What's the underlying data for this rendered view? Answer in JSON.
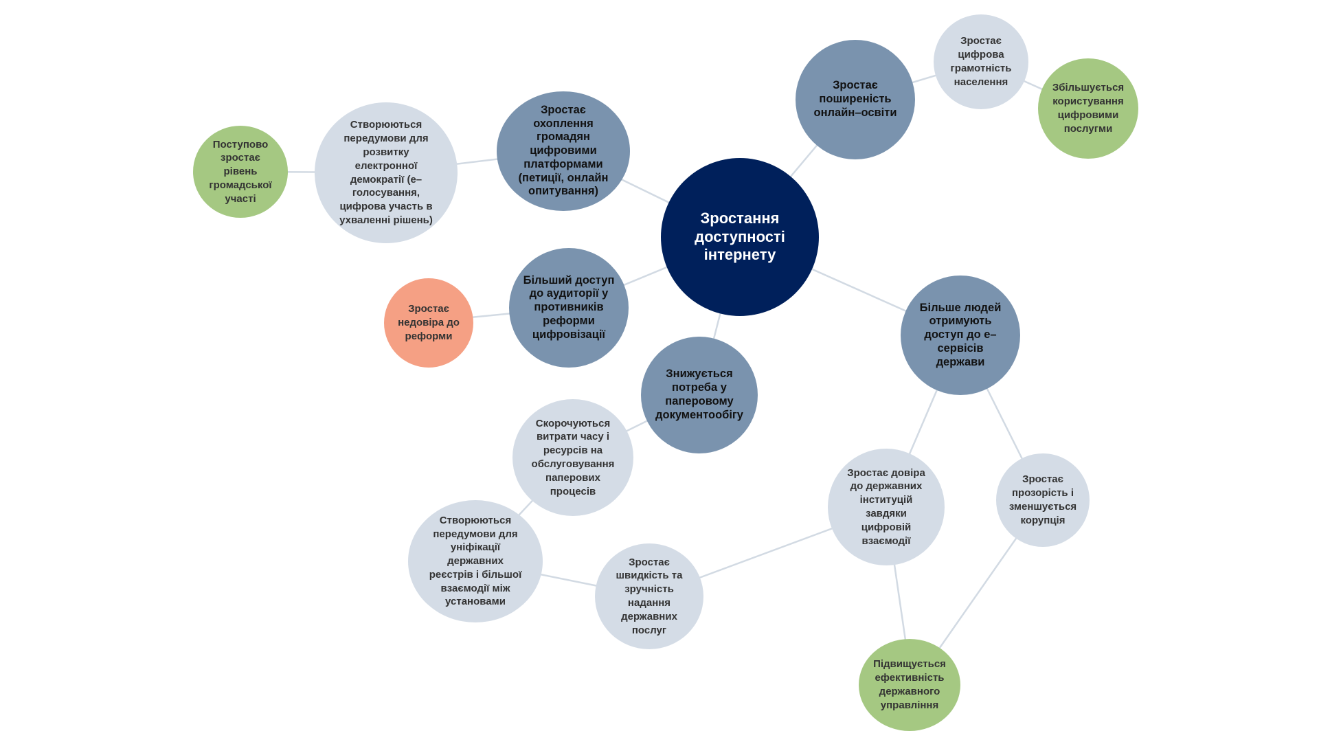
{
  "colors": {
    "center": "#00205b",
    "primary": "#7a93ae",
    "light": "#d4dce6",
    "green": "#a5c882",
    "salmon": "#f5a084",
    "edge": "#d2dae3"
  },
  "nodes": {
    "center": "Зростання доступності інтернету",
    "online_education": "Зростає поширеність онлайн–освіти",
    "citizen_platforms": "Зростає охоплення громадян цифровими платформами (петиції, онлайн опитування)",
    "opponents_access": "Більший доступ до аудиторії у противників реформи цифровізації",
    "less_paperwork": "Знижується потреба у паперовому документообігу",
    "e_services": "Більше людей отримують доступ до е–сервісів держави",
    "digital_literacy": "Зростає цифрова грамотність населення",
    "digital_services_use": "Збільшується користування цифровими послугми",
    "e_democracy": "Створюються передумови для розвитку електронної демократії (е–голосування, цифрова участь в ухваленні рішень)",
    "civic_participation": "Поступово зростає рівень громадської участі",
    "reform_distrust": "Зростає недовіра до реформи",
    "paper_costs": "Скорочуються витрати часу і ресурсів на обслуговування паперових процесів",
    "registries": "Створюються передумови для уніфікації державних реєстрів і більшої взаємодії між установами",
    "service_speed": "Зростає швидкість та зручність надання державних послуг",
    "trust_institutions": "Зростає довіра до державних інституцій завдяки цифровій взаємодії",
    "transparency": "Зростає прозорість і зменшується корупція",
    "gov_efficiency": "Підвищується ефективність державного управління"
  }
}
